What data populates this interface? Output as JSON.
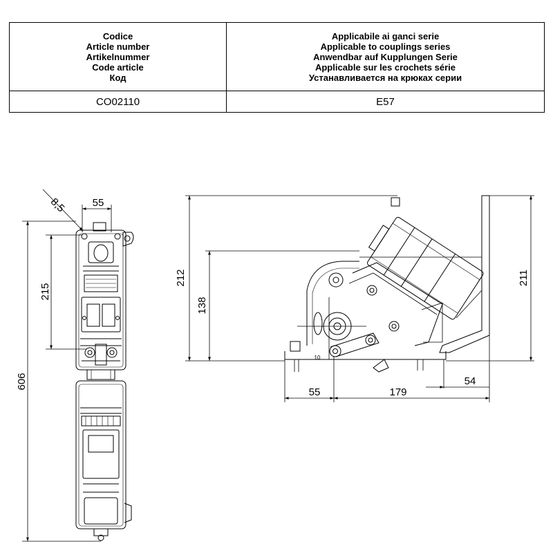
{
  "table": {
    "code_header": [
      "Codice",
      "Article number",
      "Artikelnummer",
      "Code article",
      "Код"
    ],
    "series_header": [
      "Applicabile ai ganci serie",
      "Applicable to couplings series",
      "Anwendbar auf Kupplungen Serie",
      "Applicable sur les crochets série",
      "Устанавливается на крюках серии"
    ],
    "code_value": "CO02110",
    "series_value": "E57"
  },
  "dimensions": {
    "chamfer": "8,5",
    "width_top": "55",
    "height_215": "215",
    "height_606": "606",
    "height_212": "212",
    "height_138": "138",
    "height_211": "211",
    "length_55": "55",
    "length_179": "179",
    "length_54": "54",
    "small_label": "10"
  }
}
